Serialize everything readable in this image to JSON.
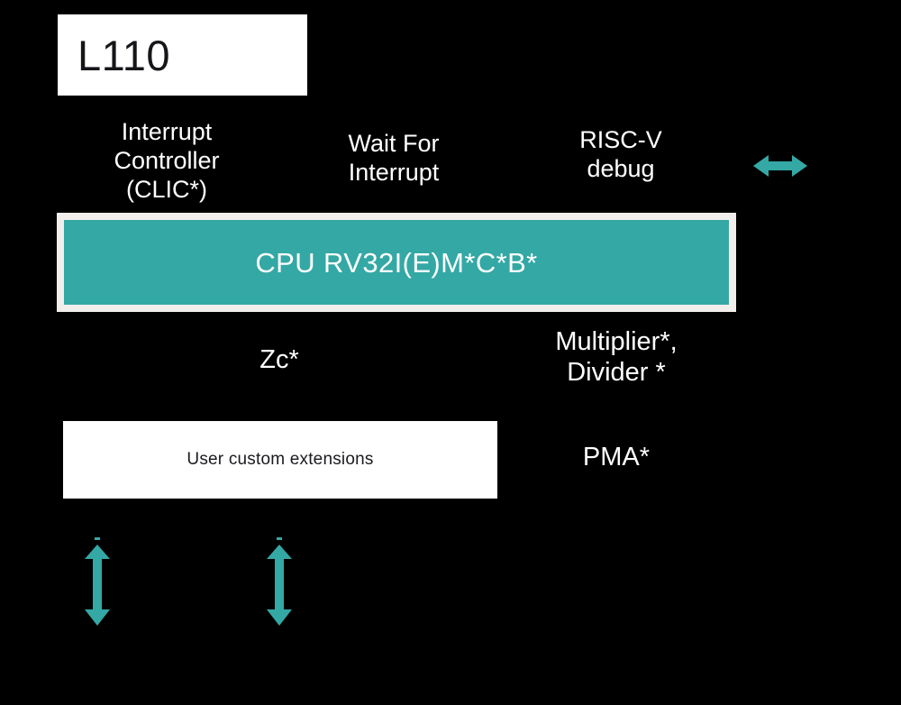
{
  "diagram": {
    "title": "L110",
    "background_color": "#000000",
    "accent_color": "#34a8a5",
    "panel_color": "#ffffff",
    "frame_color": "#f2eeeb",
    "text_color": "#ffffff"
  },
  "core_bar": {
    "label": "CPU RV32I(E)M*C*B*",
    "fill": "#34a8a5",
    "border": "#f2eeeb"
  },
  "top_labels": [
    {
      "id": "interrupt-controller",
      "text": "Interrupt\nController\n(CLIC*)"
    },
    {
      "id": "wait-for-interrupt",
      "text": "Wait For\nInterrupt"
    },
    {
      "id": "riscv-debug",
      "text": "RISC-V\ndebug"
    }
  ],
  "bottom_labels": [
    {
      "id": "zc",
      "text": "Zc*"
    },
    {
      "id": "multiplier-divider",
      "text": "Multiplier*,\nDivider *"
    },
    {
      "id": "pma",
      "text": "PMA*"
    }
  ],
  "extension_box": {
    "label": "User custom extensions"
  },
  "arrows": [
    {
      "id": "debug-bidirectional-arrow",
      "orientation": "horizontal",
      "color": "#34a8a5"
    },
    {
      "id": "left-bus-bidirectional-arrow",
      "orientation": "vertical",
      "color": "#34a8a5"
    },
    {
      "id": "right-bus-bidirectional-arrow",
      "orientation": "vertical",
      "color": "#34a8a5"
    }
  ]
}
